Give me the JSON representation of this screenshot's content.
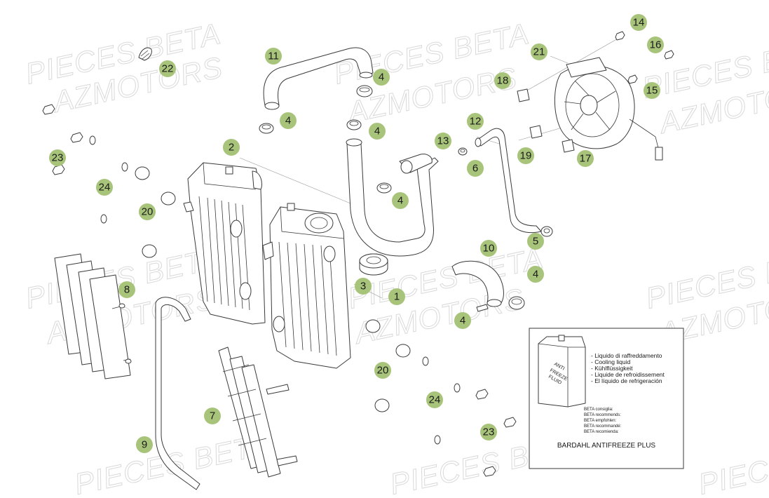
{
  "watermark": {
    "line1": "PIECES BETA",
    "line2": "AZMOTORS"
  },
  "callouts": [
    {
      "label": "22"
    },
    {
      "label": "11"
    },
    {
      "label": "4"
    },
    {
      "label": "4"
    },
    {
      "label": "4"
    },
    {
      "label": "2"
    },
    {
      "label": "13"
    },
    {
      "label": "12"
    },
    {
      "label": "6"
    },
    {
      "label": "4"
    },
    {
      "label": "23"
    },
    {
      "label": "24"
    },
    {
      "label": "20"
    },
    {
      "label": "8"
    },
    {
      "label": "3"
    },
    {
      "label": "1"
    },
    {
      "label": "10"
    },
    {
      "label": "4"
    },
    {
      "label": "5"
    },
    {
      "label": "4"
    },
    {
      "label": "20"
    },
    {
      "label": "24"
    },
    {
      "label": "23"
    },
    {
      "label": "7"
    },
    {
      "label": "9"
    },
    {
      "label": "14"
    },
    {
      "label": "21"
    },
    {
      "label": "16"
    },
    {
      "label": "18"
    },
    {
      "label": "15"
    },
    {
      "label": "19"
    },
    {
      "label": "17"
    }
  ],
  "fluid_box": {
    "can_label_1": "ANTI",
    "can_label_2": "FREEZE",
    "can_label_3": "FLUID",
    "liquid_names": [
      "- Liquido di raffreddamento",
      "- Cooling liquid",
      "- Kühlflüssigkeit",
      "- Liquide de refroidissement",
      "- El líquido de refrigeración"
    ],
    "recommends": [
      "BETA consiglia:",
      "BETA recommends:",
      "BETA empfohlen:",
      "BETA recommandé:",
      "BETA recomienda:"
    ],
    "product": "BARDAHL ANTIFREEZE PLUS"
  }
}
